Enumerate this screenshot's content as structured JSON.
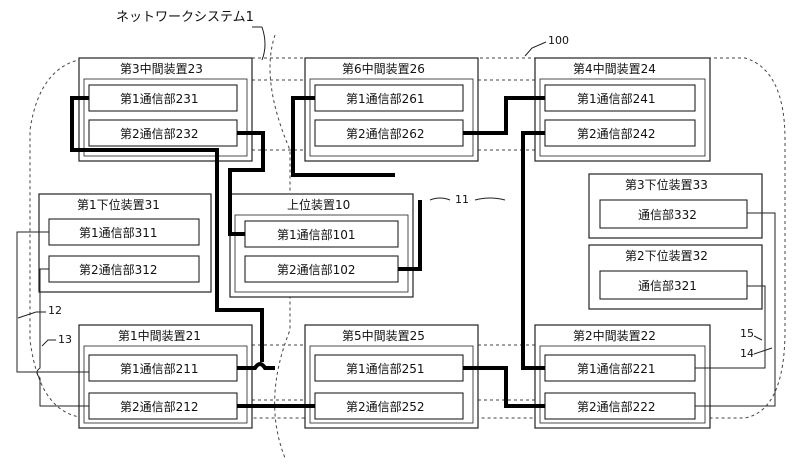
{
  "caption": "ネットワークシステム1",
  "refs": {
    "vehicle": "100",
    "backbone": "11",
    "line12": "12",
    "line13": "13",
    "line14": "14",
    "line15": "15"
  },
  "devices": {
    "mid23": {
      "title": "第3中間装置23",
      "unit1": "第1通信部231",
      "unit2": "第2通信部232"
    },
    "mid26": {
      "title": "第6中間装置26",
      "unit1": "第1通信部261",
      "unit2": "第2通信部262"
    },
    "mid24": {
      "title": "第4中間装置24",
      "unit1": "第1通信部241",
      "unit2": "第2通信部242"
    },
    "low31": {
      "title": "第1下位装置31",
      "unit1": "第1通信部311",
      "unit2": "第2通信部312"
    },
    "upper10": {
      "title": "上位装置10",
      "unit1": "第1通信部101",
      "unit2": "第2通信部102"
    },
    "low33": {
      "title": "第3下位装置33",
      "unit1": "通信部332"
    },
    "low32": {
      "title": "第2下位装置32",
      "unit1": "通信部321"
    },
    "mid21": {
      "title": "第1中間装置21",
      "unit1": "第1通信部211",
      "unit2": "第2通信部212"
    },
    "mid25": {
      "title": "第5中間装置25",
      "unit1": "第1通信部251",
      "unit2": "第2通信部252"
    },
    "mid22": {
      "title": "第2中間装置22",
      "unit1": "第1通信部221",
      "unit2": "第2通信部222"
    }
  }
}
